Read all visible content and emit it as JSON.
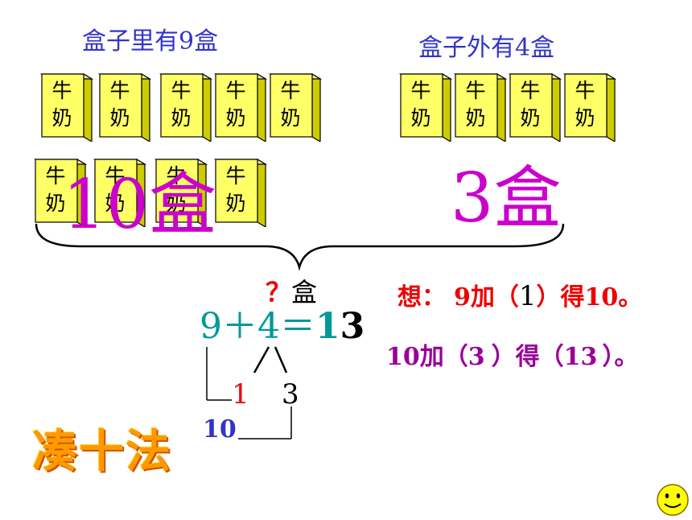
{
  "titles": {
    "inside": "盒子里有9盒",
    "outside": "盒子外有4盒"
  },
  "box_label": "牛奶",
  "box_label_line1": "牛",
  "box_label_line2": "奶",
  "box_counts": {
    "inside": 9,
    "outside": 4
  },
  "colors": {
    "box_fill": "#ffff66",
    "box_side": "#cccc00",
    "title": "#3333cc",
    "pink": "#cc00cc",
    "red": "#ee0000",
    "purple": "#990099",
    "teal": "#009999"
  },
  "overlay": {
    "left_group": "10盒",
    "right_group": "3盒"
  },
  "question": {
    "mark": "？",
    "unit": "盒"
  },
  "equation": {
    "lhs": "9＋4＝",
    "answer_tens": "1",
    "answer_ones": "3"
  },
  "split": {
    "part_a": "1",
    "part_b": "3",
    "ten": "10"
  },
  "hint1": {
    "prefix": "想：",
    "text_a": "9加（",
    "blank": "1",
    "text_b": "）得10。"
  },
  "hint2": {
    "text_a": "10加（",
    "blank_a": "3",
    "text_b": "）得（",
    "blank_b": "13",
    "text_c": "）。"
  },
  "method_label": "凑十法",
  "smiley": "smiley-icon"
}
